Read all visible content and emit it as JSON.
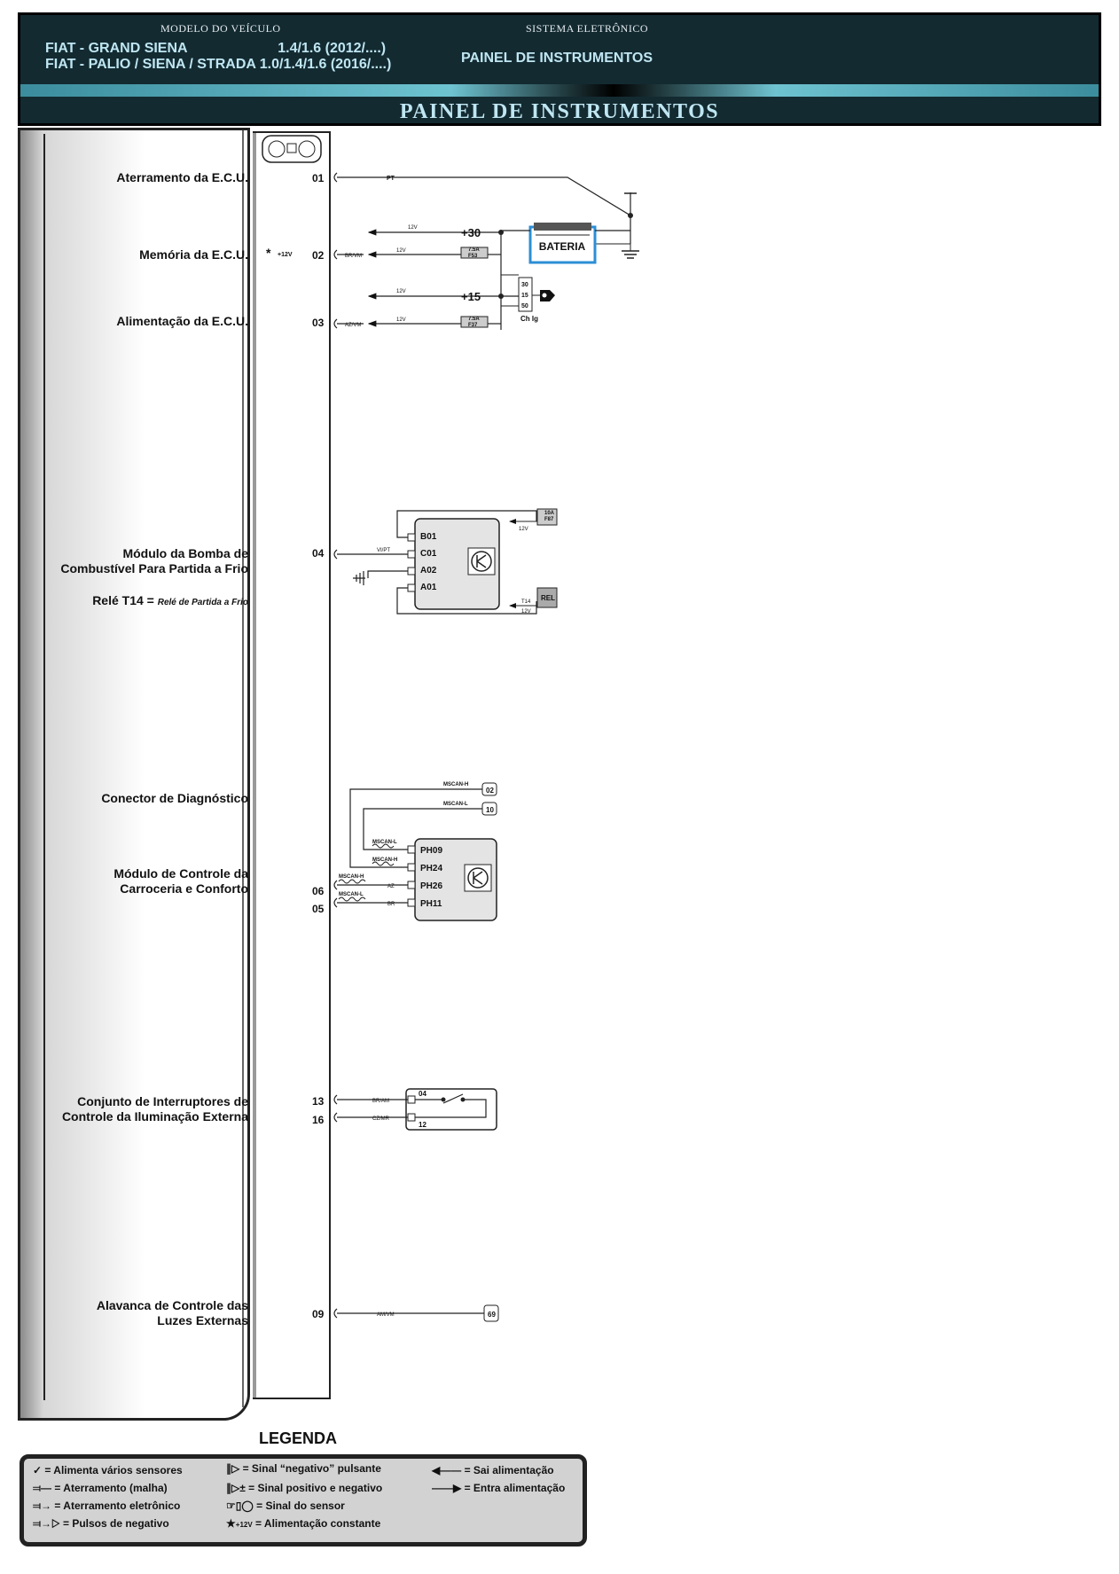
{
  "header": {
    "model_label": "MODELO DO VEÍCULO",
    "system_label": "SISTEMA ELETRÔNICO",
    "vehicle_line1": "FIAT - GRAND SIENA                       1.4/1.6 (2012/....)",
    "vehicle_line2": "FIAT - PALIO / SIENA / STRADA 1.0/1.4/1.6 (2016/....)",
    "system_name": "PAINEL DE INSTRUMENTOS",
    "title": "PAINEL DE INSTRUMENTOS"
  },
  "labels": {
    "aterramento": "Aterramento da E.C.U.",
    "memoria": "Memória da E.C.U.",
    "alimentacao": "Alimentação da E.C.U.",
    "bomba1": "Módulo da Bomba de",
    "bomba2": "Combustível Para Partida a Frio",
    "rele_main": "Relé T14 = ",
    "rele_ital": "Relé de Partida a Frio",
    "diag": "Conector de Diagnóstico",
    "carroceria1": "Módulo de Controle da",
    "carroceria2": "Carroceria e Conforto",
    "interrupt1": "Conjunto de Interruptores de",
    "interrupt2": "Controle da Iluminação Externa",
    "alavanca1": "Alavanca de Controle das",
    "alavanca2": "Luzes Externas"
  },
  "pins": {
    "p01": "01",
    "p02": "02",
    "p03": "03",
    "p04": "04",
    "p06": "06",
    "p05": "05",
    "p13": "13",
    "p16": "16",
    "p09": "09"
  },
  "wires": {
    "pt": "PT",
    "br_vm": "BR/VM",
    "az_vm": "AZ/VM",
    "vi_pt": "VI/PT",
    "az": "AZ",
    "br": "BR",
    "br_am": "BR/AM",
    "cz_mr": "CZ/MR",
    "am_vm": "AM/VM",
    "v12": "12V",
    "plus12": "+12V",
    "plus30": "+30",
    "plus15": "+15"
  },
  "components": {
    "bateria": "BATERIA",
    "fuse_75": "7.5A",
    "f53": "F53",
    "f37": "F37",
    "fuse_10": "10A",
    "f87": "F87",
    "rel": "REL",
    "t14": "T14",
    "ign_30": "30",
    "ign_15": "15",
    "ign_50": "50",
    "ch_ig": "Ch Ig",
    "b01": "B01",
    "c01": "C01",
    "a02": "A02",
    "a01": "A01",
    "mscan_h": "MSCAN-H",
    "mscan_l": "MSCAN-L",
    "d02": "02",
    "d10": "10",
    "ph09": "PH09",
    "ph24": "PH24",
    "ph26": "PH26",
    "ph11": "PH11",
    "s04": "04",
    "s12": "12",
    "c69": "69"
  },
  "legend": {
    "title": "LEGENDA",
    "l1": "= Alimenta vários sensores",
    "l2": "= Aterramento (malha)",
    "l3": "= Aterramento eletrônico",
    "l4": "= Pulsos de negativo",
    "m1": "= Sinal “negativo” pulsante",
    "m2": "= Sinal positivo e negativo",
    "m3": "= Sinal do sensor",
    "m4": "= Alimentação constante",
    "r1": "= Sai alimentação",
    "r2": "= Entra alimentação",
    "star_12v": "+12V"
  }
}
